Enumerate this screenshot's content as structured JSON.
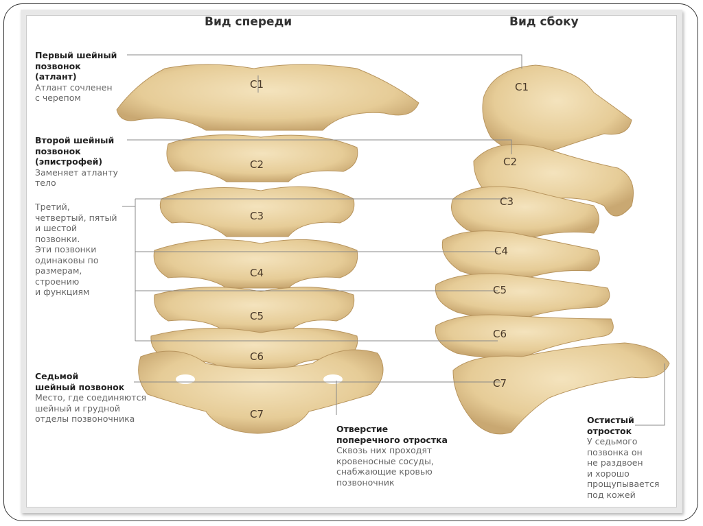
{
  "headings": {
    "front": "Вид спереди",
    "side": "Вид сбоку"
  },
  "vertebra_labels": [
    "C1",
    "C2",
    "C3",
    "C4",
    "C5",
    "C6",
    "C7"
  ],
  "annotations": {
    "c1": {
      "title": [
        "Первый шейный",
        "позвонок",
        "(атлант)"
      ],
      "text": [
        "Атлант сочленен",
        "с черепом"
      ]
    },
    "c2": {
      "title": [
        "Второй шейный",
        "позвонок",
        "(эпистрофей)"
      ],
      "text": [
        "Заменяет атланту",
        "тело"
      ]
    },
    "c3_c6": {
      "text": [
        "Третий,",
        "четвертый, пятый",
        "и шестой",
        "позвонки.",
        "Эти позвонки",
        "одинаковы по",
        "размерам,",
        "строению",
        "и функциям"
      ]
    },
    "c7": {
      "title": [
        "Седьмой",
        "шейный позвонок"
      ],
      "text": [
        "Место, где соединяются",
        "шейный и грудной",
        "отделы позвоночника"
      ]
    },
    "foramen": {
      "title": [
        "Отверстие",
        "поперечного отростка"
      ],
      "text": [
        "Сквозь них проходят",
        "кровеносные сосуды,",
        "снабжающие кровью",
        "позвоночник"
      ]
    },
    "spinous": {
      "title": [
        "Остистый",
        "отросток"
      ],
      "text": [
        "У седьмого",
        "позвонка он",
        "не раздвоен",
        "и хорошо",
        "прощупывается",
        "под кожей"
      ]
    }
  },
  "colors": {
    "bone": "#e9d3a4",
    "bone_shade": "#c9a872",
    "line": "#888888"
  }
}
